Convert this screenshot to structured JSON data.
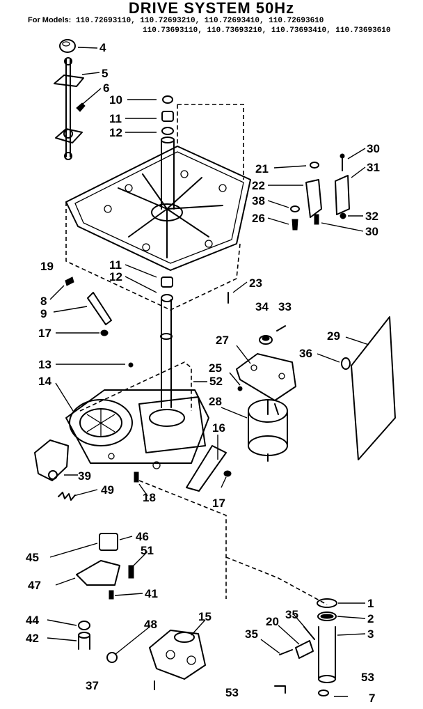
{
  "title": "DRIVE SYSTEM 50Hz",
  "models": {
    "label": "For Models:",
    "line1": "110.72693110, 110.72693210, 110.72693410, 110.72693610",
    "line2": "110.73693110, 110.73693210, 110.73693410, 110.73693610"
  },
  "callouts": [
    {
      "id": "c1",
      "text": "1"
    },
    {
      "id": "c2",
      "text": "2"
    },
    {
      "id": "c3",
      "text": "3"
    },
    {
      "id": "c4",
      "text": "4"
    },
    {
      "id": "c5",
      "text": "5"
    },
    {
      "id": "c6",
      "text": "6"
    },
    {
      "id": "c7",
      "text": "7"
    },
    {
      "id": "c8",
      "text": "8"
    },
    {
      "id": "c9",
      "text": "9"
    },
    {
      "id": "c10",
      "text": "10"
    },
    {
      "id": "c11a",
      "text": "11"
    },
    {
      "id": "c12a",
      "text": "12"
    },
    {
      "id": "c11b",
      "text": "11"
    },
    {
      "id": "c12b",
      "text": "12"
    },
    {
      "id": "c13",
      "text": "13"
    },
    {
      "id": "c14",
      "text": "14"
    },
    {
      "id": "c15",
      "text": "15"
    },
    {
      "id": "c16",
      "text": "16"
    },
    {
      "id": "c17a",
      "text": "17"
    },
    {
      "id": "c17b",
      "text": "17"
    },
    {
      "id": "c18",
      "text": "18"
    },
    {
      "id": "c19",
      "text": "19"
    },
    {
      "id": "c20",
      "text": "20"
    },
    {
      "id": "c21",
      "text": "21"
    },
    {
      "id": "c22",
      "text": "22"
    },
    {
      "id": "c23",
      "text": "23"
    },
    {
      "id": "c25",
      "text": "25"
    },
    {
      "id": "c26",
      "text": "26"
    },
    {
      "id": "c27",
      "text": "27"
    },
    {
      "id": "c28",
      "text": "28"
    },
    {
      "id": "c29",
      "text": "29"
    },
    {
      "id": "c30a",
      "text": "30"
    },
    {
      "id": "c30b",
      "text": "30"
    },
    {
      "id": "c31",
      "text": "31"
    },
    {
      "id": "c32",
      "text": "32"
    },
    {
      "id": "c33",
      "text": "33"
    },
    {
      "id": "c34",
      "text": "34"
    },
    {
      "id": "c35a",
      "text": "35"
    },
    {
      "id": "c35b",
      "text": "35"
    },
    {
      "id": "c36",
      "text": "36"
    },
    {
      "id": "c37",
      "text": "37"
    },
    {
      "id": "c38",
      "text": "38"
    },
    {
      "id": "c39",
      "text": "39"
    },
    {
      "id": "c41",
      "text": "41"
    },
    {
      "id": "c42",
      "text": "42"
    },
    {
      "id": "c44",
      "text": "44"
    },
    {
      "id": "c45",
      "text": "45"
    },
    {
      "id": "c46",
      "text": "46"
    },
    {
      "id": "c47",
      "text": "47"
    },
    {
      "id": "c48",
      "text": "48"
    },
    {
      "id": "c49",
      "text": "49"
    },
    {
      "id": "c51",
      "text": "51"
    },
    {
      "id": "c52",
      "text": "52"
    },
    {
      "id": "c53a",
      "text": "53"
    },
    {
      "id": "c53b",
      "text": "53"
    }
  ]
}
